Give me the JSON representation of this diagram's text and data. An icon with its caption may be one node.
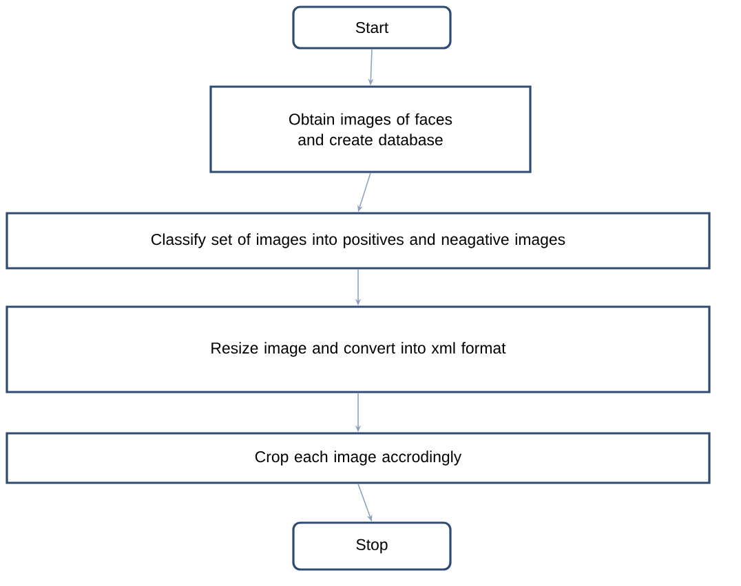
{
  "diagram": {
    "nodes": [
      {
        "text": [
          "Start"
        ]
      },
      {
        "text": [
          "Obtain images of faces and create database"
        ]
      },
      {
        "text": [
          "Classify set of images into positives and neagative images"
        ]
      },
      {
        "text": [
          "Resize image and convert into xml format"
        ]
      },
      {
        "text": [
          "Crop each image accrodingly"
        ]
      },
      {
        "text": [
          "Stop"
        ]
      }
    ],
    "edges": [
      {
        "from": 0,
        "to": 1,
        "arrow": "to"
      },
      {
        "from": 1,
        "to": 2,
        "arrow": "to"
      },
      {
        "from": 2,
        "to": 3,
        "arrow": "to"
      },
      {
        "from": 3,
        "to": 4,
        "arrow": "to"
      },
      {
        "from": 4,
        "to": 5,
        "arrow": "to"
      }
    ]
  }
}
